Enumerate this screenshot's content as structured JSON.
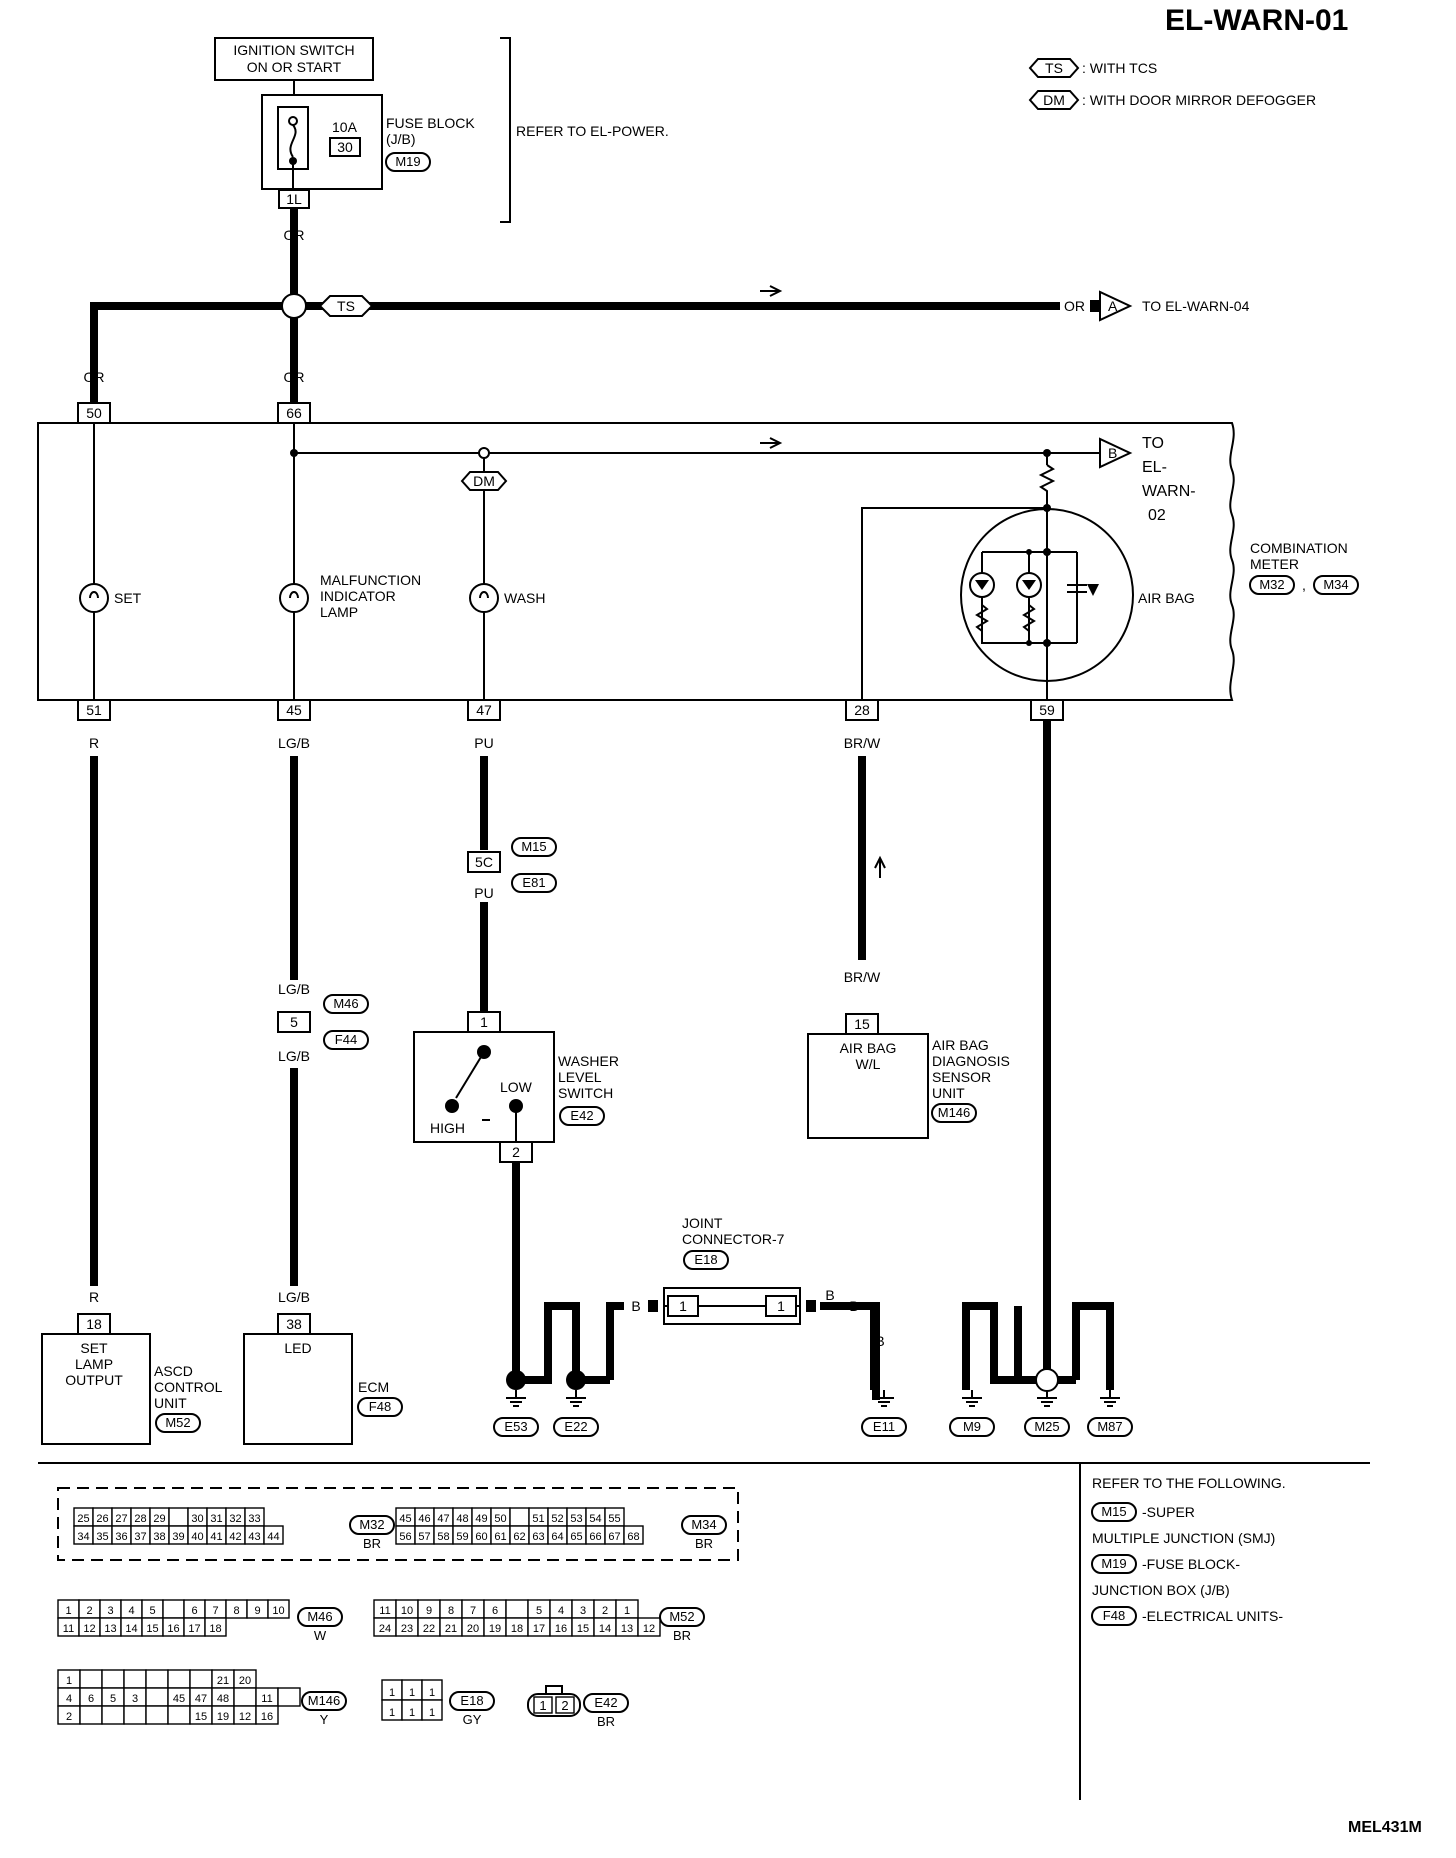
{
  "page": {
    "title": "EL-WARN-01",
    "drawing_id": "MEL431M",
    "legend": [
      {
        "tag": "TS",
        "text": ": WITH TCS"
      },
      {
        "tag": "DM",
        "text": ": WITH DOOR MIRROR DEFOGGER"
      }
    ]
  },
  "power": {
    "ignition_l1": "IGNITION SWITCH",
    "ignition_l2": "ON OR START",
    "fuse_amp": "10A",
    "fuse_num": "30",
    "fuse_block_l1": "FUSE BLOCK",
    "fuse_block_l2": "(J/B)",
    "fuse_block_conn": "M19",
    "fuse_terminal": "1L",
    "refer_note": "REFER TO EL-POWER.",
    "wire_color": "OR"
  },
  "bus": {
    "tag": "TS",
    "end_color": "OR",
    "connector_letter": "A",
    "target": "TO EL-WARN-04"
  },
  "combination_meter": {
    "name_l1": "COMBINATION",
    "name_l2": "METER",
    "conn_1": "M32",
    "conn_sep": ",",
    "conn_2": "M34",
    "top_terminals": [
      {
        "num": "50",
        "color": "OR"
      },
      {
        "num": "66",
        "color": "OR"
      }
    ],
    "lamps": [
      {
        "label": "SET",
        "terminal": "51"
      },
      {
        "label_l1": "MALFUNCTION",
        "label_l2": "INDICATOR",
        "label_l3": "LAMP",
        "terminal": "45"
      },
      {
        "label": "WASH",
        "terminal": "47",
        "tag": "DM"
      }
    ],
    "airbag_label": "AIR BAG",
    "airbag_terminals": [
      "28",
      "59"
    ],
    "to_letter": "B",
    "to_l1": "TO",
    "to_l2": "EL-",
    "to_l3": "WARN-",
    "to_l4": "02"
  },
  "circuits": {
    "set": {
      "color_top": "R",
      "color_bottom": "R",
      "terminal": "18"
    },
    "mil": {
      "color_top": "LG/B",
      "color_mid1": "LG/B",
      "color_mid2": "LG/B",
      "color_bottom": "LG/B",
      "joint_terminal": "5",
      "joint_conn_1": "M46",
      "joint_conn_2": "F44",
      "terminal": "38"
    },
    "wash": {
      "color_top": "PU",
      "color_mid": "PU",
      "joint_terminal": "5C",
      "joint_conn_1": "M15",
      "joint_conn_2": "E81"
    },
    "airbag": {
      "color_top": "BR/W",
      "color_bottom": "BR/W",
      "terminal": "15"
    },
    "ground": {
      "color": "B"
    }
  },
  "components": {
    "ascd": {
      "inside_l1": "SET",
      "inside_l2": "LAMP",
      "inside_l3": "OUTPUT",
      "name_l1": "ASCD",
      "name_l2": "CONTROL",
      "name_l3": "UNIT",
      "conn": "M52"
    },
    "ecm": {
      "inside": "LED",
      "name": "ECM",
      "conn": "F48"
    },
    "washer": {
      "name_l1": "WASHER",
      "name_l2": "LEVEL",
      "name_l3": "SWITCH",
      "conn": "E42",
      "top_terminal": "1",
      "bottom_terminal": "2",
      "high": "HIGH",
      "low": "LOW"
    },
    "airbag_unit": {
      "inside_l1": "AIR BAG",
      "inside_l2": "W/L",
      "name_l1": "AIR BAG",
      "name_l2": "DIAGNOSIS",
      "name_l3": "SENSOR",
      "name_l4": "UNIT",
      "conn": "M146"
    },
    "joint": {
      "name_l1": "JOINT",
      "name_l2": "CONNECTOR-7",
      "conn": "E18",
      "pin_left": "1",
      "pin_right": "1"
    }
  },
  "grounds": [
    "E53",
    "E22",
    "E11",
    "M9",
    "M25",
    "M87"
  ],
  "connector_views": {
    "m32": {
      "row1": [
        "25",
        "26",
        "27",
        "28",
        "29",
        "",
        "30",
        "31",
        "32",
        "33"
      ],
      "row2": [
        "34",
        "35",
        "36",
        "37",
        "38",
        "39",
        "40",
        "41",
        "42",
        "43",
        "44"
      ],
      "label": "M32",
      "color": "BR"
    },
    "m34": {
      "row1": [
        "45",
        "46",
        "47",
        "48",
        "49",
        "50",
        "",
        "51",
        "52",
        "53",
        "54",
        "55"
      ],
      "row2": [
        "56",
        "57",
        "58",
        "59",
        "60",
        "61",
        "62",
        "63",
        "64",
        "65",
        "66",
        "67",
        "68"
      ],
      "label": "M34",
      "color": "BR"
    },
    "m46": {
      "row1": [
        "1",
        "2",
        "3",
        "4",
        "5",
        "",
        "6",
        "7",
        "8",
        "9",
        "10"
      ],
      "row2": [
        "11",
        "12",
        "13",
        "14",
        "15",
        "16",
        "17",
        "18"
      ],
      "label": "M46",
      "color": "W"
    },
    "m52": {
      "row1": [
        "11",
        "10",
        "9",
        "8",
        "7",
        "6",
        "",
        "5",
        "4",
        "3",
        "2",
        "1"
      ],
      "row2": [
        "24",
        "23",
        "22",
        "21",
        "20",
        "19",
        "18",
        "17",
        "16",
        "15",
        "14",
        "13",
        "12"
      ],
      "label": "M52",
      "color": "BR"
    },
    "m146": {
      "row1": [
        "1",
        "",
        "",
        "",
        "",
        "",
        "",
        "21",
        "20"
      ],
      "row2": [
        "4",
        "6",
        "5",
        "3",
        "",
        "45",
        "47",
        "48",
        "",
        "11",
        ""
      ],
      "row3": [
        "2",
        "",
        "",
        "",
        "",
        "",
        "15",
        "19",
        "12",
        "16"
      ],
      "label": "M146",
      "color": "Y"
    },
    "e18": {
      "row1": [
        "1",
        "1",
        "1"
      ],
      "row2": [
        "1",
        "1",
        "1"
      ],
      "label": "E18",
      "color": "GY"
    },
    "e42": {
      "pins": [
        "1",
        "2"
      ],
      "label": "E42",
      "color": "BR"
    }
  },
  "refer": {
    "heading": "REFER TO THE FOLLOWING.",
    "items": [
      {
        "conn": "M15",
        "text": "-SUPER"
      },
      {
        "conn": "",
        "text": "MULTIPLE JUNCTION (SMJ)"
      },
      {
        "conn": "M19",
        "text": "-FUSE BLOCK-"
      },
      {
        "conn": "",
        "text": "JUNCTION BOX (J/B)"
      },
      {
        "conn": "F48",
        "text": "-ELECTRICAL UNITS-"
      }
    ]
  }
}
